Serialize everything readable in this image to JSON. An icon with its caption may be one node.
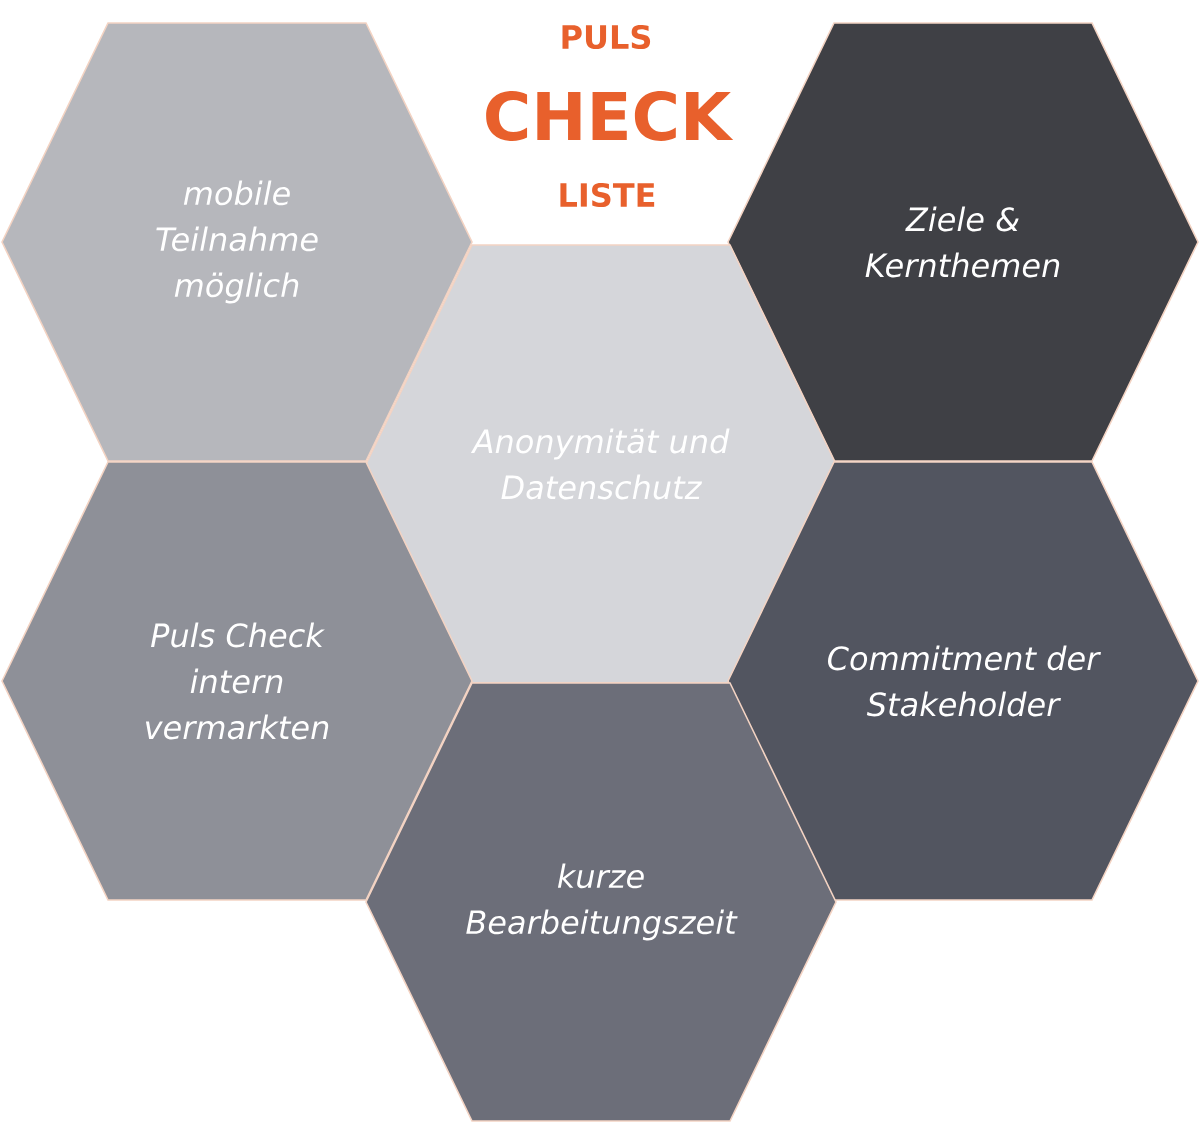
{
  "diagram": {
    "labels": [
      "PULS",
      "CHECK",
      "LISTE"
    ],
    "nodes": [
      {
        "text": [
          "mobile Teilnahme möglich"
        ]
      },
      {
        "text": [
          "Ziele & Kernthemen"
        ]
      },
      {
        "text": [
          "Anonymität und Datenschutz"
        ]
      },
      {
        "text": [
          "Puls Check intern vermarkten"
        ]
      },
      {
        "text": [
          "Commitment der Stakeholder"
        ]
      },
      {
        "text": [
          "kurze Bearbeitungszeit"
        ]
      }
    ]
  }
}
